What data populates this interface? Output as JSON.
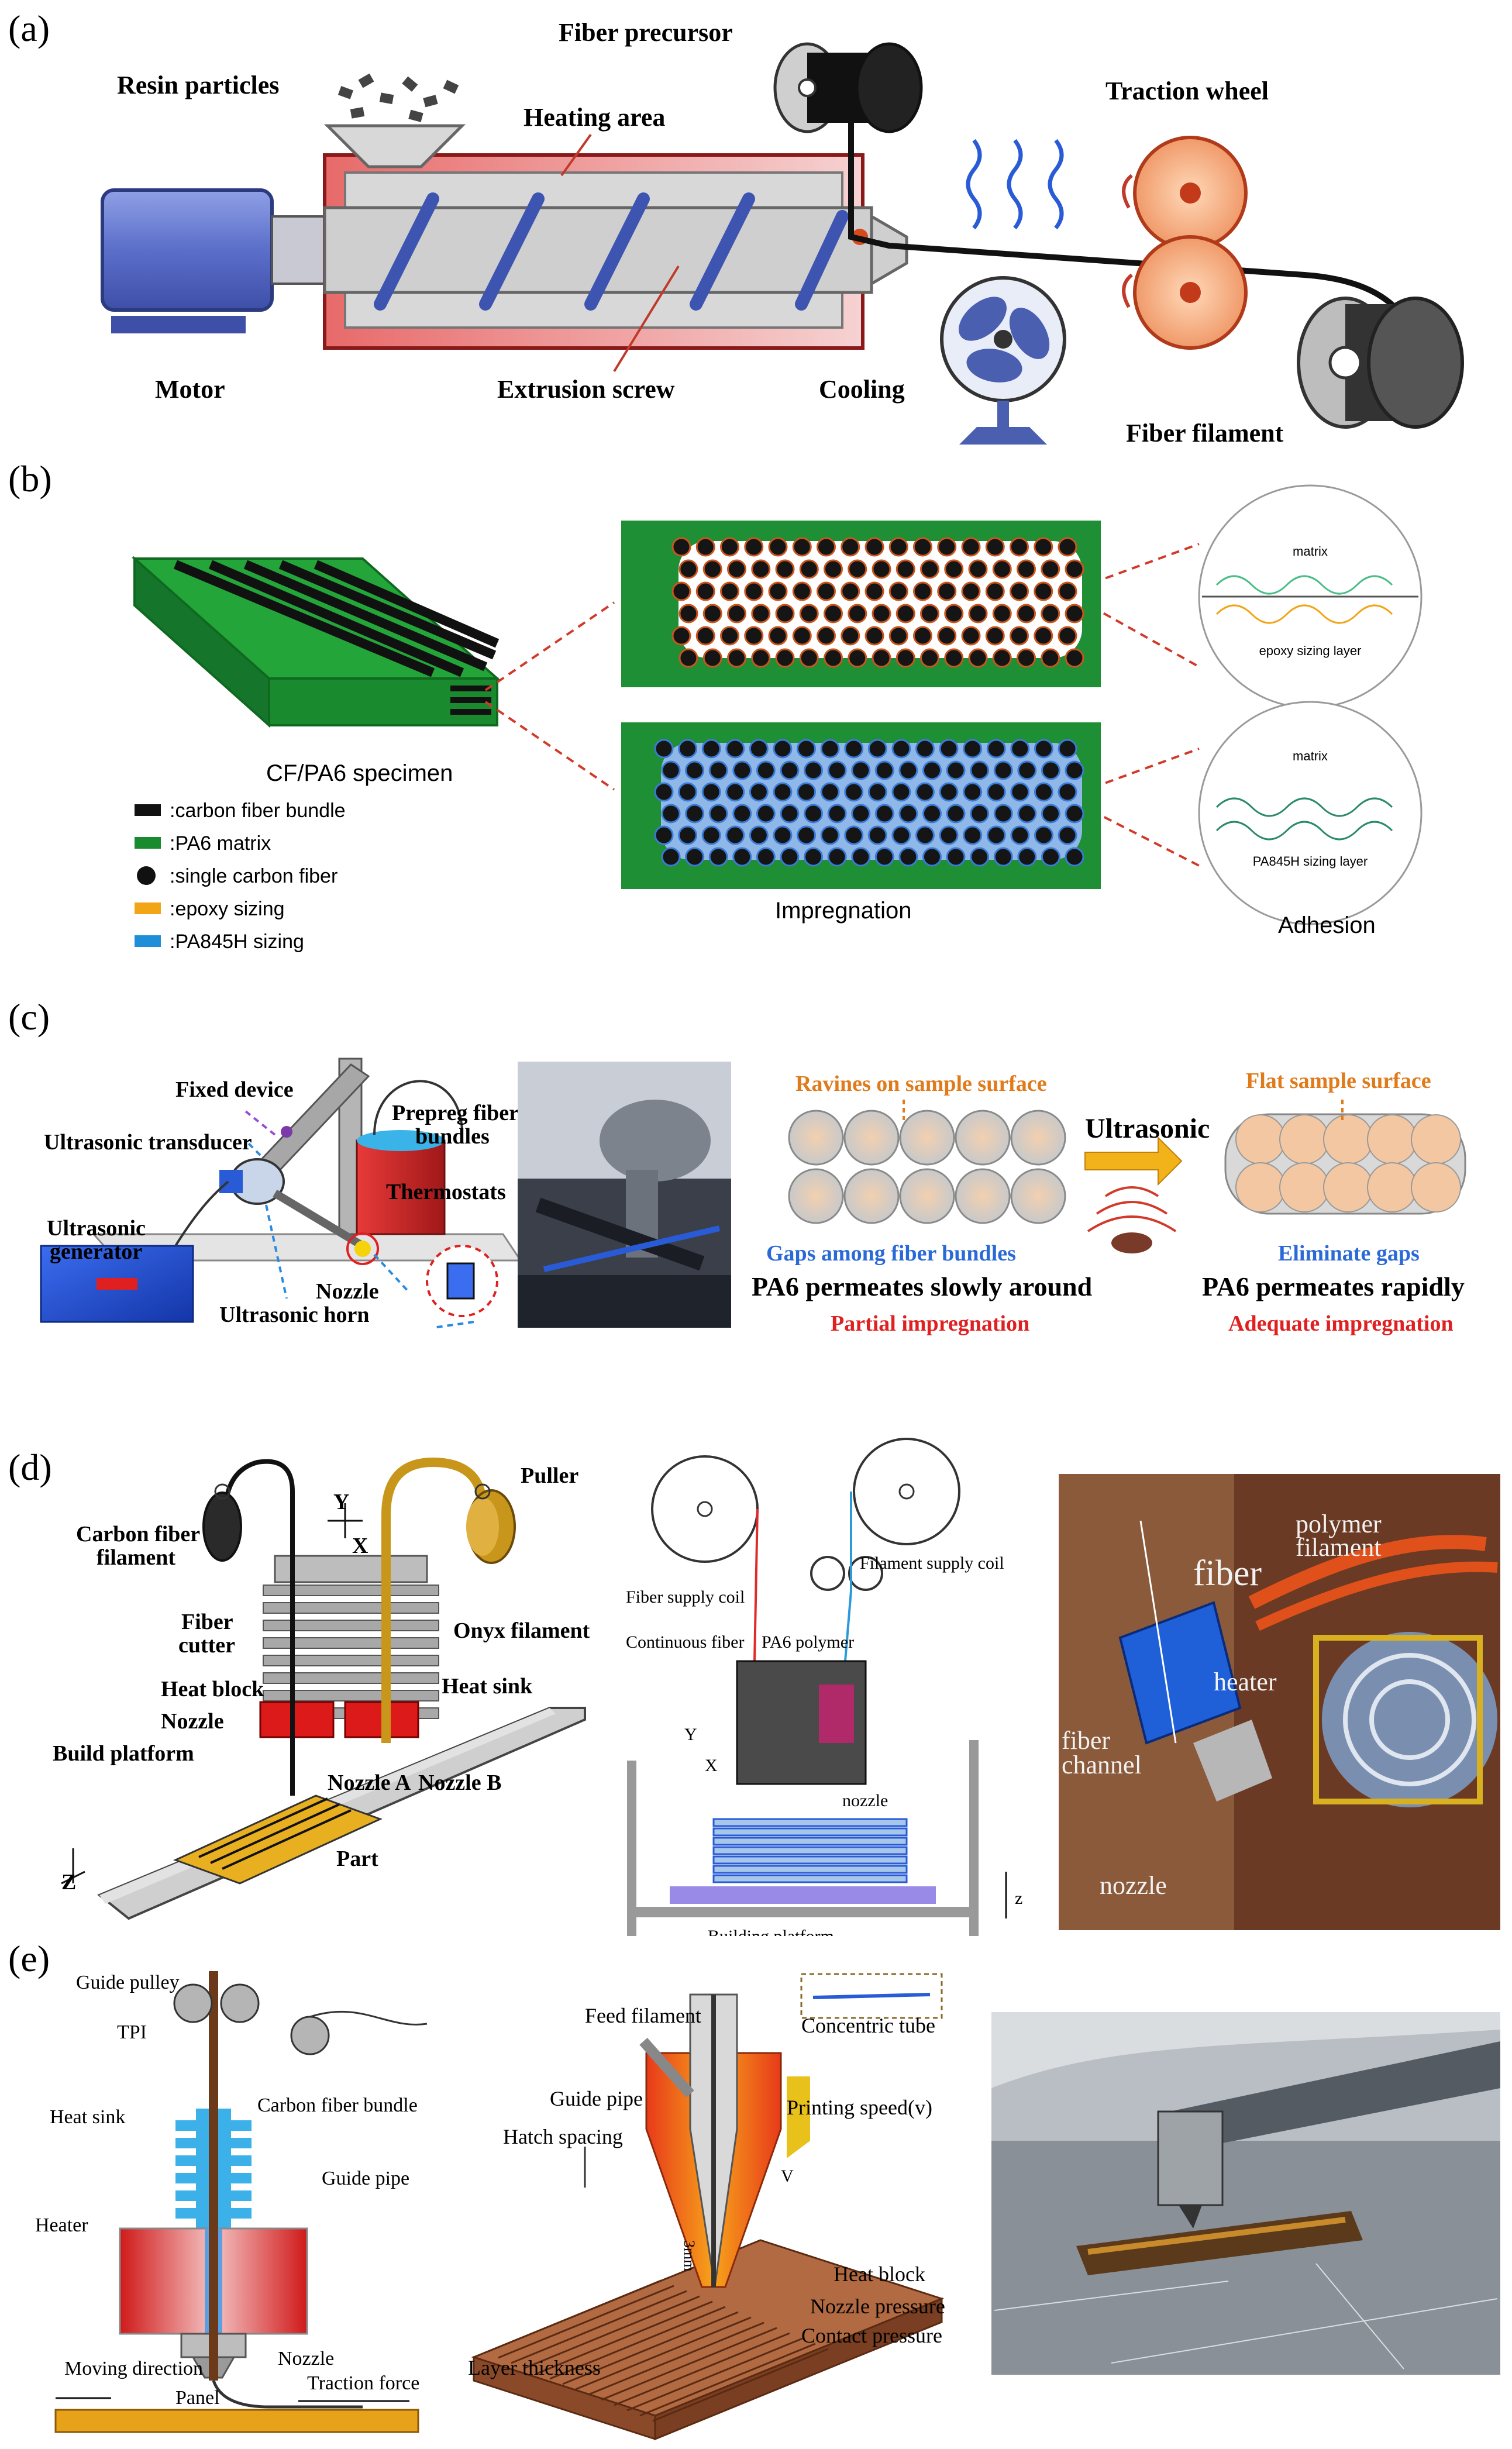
{
  "panels": {
    "a": {
      "label": "(a)",
      "resin_particles": "Resin particles",
      "fiber_precursor": "Fiber precursor",
      "heating_area": "Heating area",
      "traction_wheel": "Traction wheel",
      "motor": "Motor",
      "extrusion_screw": "Extrusion screw",
      "cooling": "Cooling",
      "fiber_filament": "Fiber filament"
    },
    "b": {
      "label": "(b)",
      "specimen": "CF/PA6 specimen",
      "impregnation": "Impregnation",
      "adhesion": "Adhesion",
      "matrix_top": "matrix",
      "epoxy_sizing_layer": "epoxy sizing layer",
      "matrix_bottom": "matrix",
      "pa845h_sizing_layer": "PA845H sizing layer",
      "legend": [
        {
          "label": ":carbon fiber bundle",
          "color": "#111111",
          "shape": "bar"
        },
        {
          "label": ":PA6 matrix",
          "color": "#1a8a2e",
          "shape": "bar"
        },
        {
          "label": ":single carbon fiber",
          "color": "#111111",
          "shape": "dot"
        },
        {
          "label": ":epoxy sizing",
          "color": "#f2a516",
          "shape": "bar"
        },
        {
          "label": ":PA845H sizing",
          "color": "#1f8ed8",
          "shape": "bar"
        }
      ]
    },
    "c": {
      "label": "(c)",
      "fixed_device": "Fixed device",
      "prepreg_fiber": "Prepreg fiber",
      "bundles": "bundles",
      "ultrasonic_transducer": "Ultrasonic transducer",
      "thermostats": "Thermostats",
      "ultrasonic": "Ultrasonic",
      "generator": "generator",
      "nozzle": "Nozzle",
      "ultrasonic_horn": "Ultrasonic horn",
      "ravines": "Ravines on sample surface",
      "flat_surface": "Flat sample surface",
      "ultrasonic_arrow": "Ultrasonic",
      "gaps": "Gaps among  fiber bundles",
      "eliminate_gaps": "Eliminate gaps",
      "permeates_slowly": "PA6 permeates slowly around",
      "permeates_rapidly": "PA6 permeates rapidly",
      "partial": "Partial impregnation",
      "adequate": "Adequate impregnation"
    },
    "d": {
      "label": "(d)",
      "carbon_fiber": "Carbon fiber",
      "filament": "filament",
      "y_axis": "Y",
      "x_axis": "X",
      "puller": "Puller",
      "fiber": "Fiber",
      "cutter": "cutter",
      "onyx_filament": "Onyx filament",
      "heat_block": "Heat block",
      "heat_sink": "Heat sink",
      "nozzle_left": "Nozzle",
      "build_platform": "Build platform",
      "nozzle_a": "Nozzle  A",
      "nozzle_b": "Nozzle B",
      "part": "Part",
      "z_axis": "Z",
      "fiber_supply_coil": "Fiber supply coil",
      "filament_supply_coil": "Filament supply coil",
      "continuous_fiber": "Continuous fiber",
      "pa6_polymer": "PA6 polymer",
      "y2": "Y",
      "x2": "X",
      "nozzle_small": "nozzle",
      "z2": "z",
      "building_platform": "Building platform",
      "photo_polymer_filament_1": "polymer",
      "photo_polymer_filament_2": "filament",
      "photo_fiber": "fiber",
      "photo_heater": "heater",
      "photo_fiber_channel_1": "fiber",
      "photo_fiber_channel_2": "channel",
      "photo_nozzle": "nozzle"
    },
    "e": {
      "label": "(e)",
      "guide_pulley": "Guide pulley",
      "tpi": "TPI",
      "carbon_fiber_bundle": "Carbon fiber bundle",
      "heat_sink": "Heat sink",
      "guide_pipe": "Guide pipe",
      "heater": "Heater",
      "nozzle": "Nozzle",
      "moving_direction": "Moving direction",
      "traction_force": "Traction force",
      "panel": "Panel",
      "feed_filament": "Feed filament",
      "concentric_tube": "Concentric tube",
      "guide_pipe_2": "Guide pipe",
      "printing_speed": "Printing speed(v)",
      "hatch_spacing": "Hatch  spacing",
      "v": "V",
      "dim": "3mm",
      "heat_block": "Heat block",
      "nozzle_pressure": "Nozzle pressure",
      "contact_pressure": "Contact pressure",
      "layer_thickness": "Layer thickness"
    }
  }
}
